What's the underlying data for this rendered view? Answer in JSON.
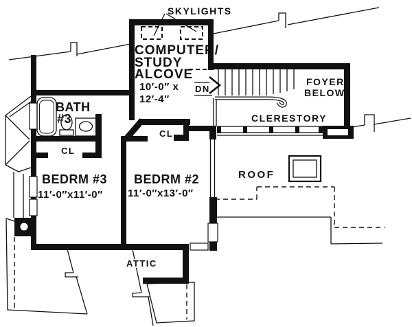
{
  "plan": {
    "annotations": {
      "skylights": "SKYLIGHTS",
      "down": "DN",
      "clerestory": "CLERESTORY",
      "roof": "ROOF",
      "attic": "ATTIC"
    },
    "rooms": {
      "alcove": {
        "name_line1": "COMPUTER/",
        "name_line2": "STUDY",
        "name_line3": "ALCOVE",
        "dim_line1": "10′-0″ x",
        "dim_line2": "12′-4″"
      },
      "bath": {
        "name_line1": "BATH",
        "name_line2": "#3"
      },
      "bath_closet": {
        "label": "CL"
      },
      "bedroom3": {
        "name": "BEDRM #3",
        "dims": "11′-0″x11′-0″"
      },
      "bedroom2": {
        "name": "BEDRM #2",
        "dims": "11′-0″x13′-0″"
      },
      "bedroom2_closet": {
        "label": "CL"
      },
      "foyer": {
        "line1": "FOYER",
        "line2": "BELOW"
      }
    },
    "colors": {
      "ink": "#111111",
      "paper": "#ffffff"
    }
  }
}
